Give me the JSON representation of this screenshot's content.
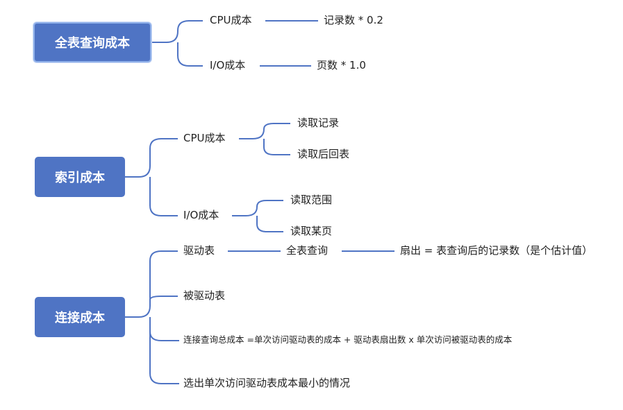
{
  "sections": {
    "fullscan": {
      "title": "全表查询成本",
      "cpu": {
        "label": "CPU成本",
        "detail": "记录数 * 0.2"
      },
      "io": {
        "label": "I/O成本",
        "detail": "页数 * 1.0"
      }
    },
    "index": {
      "title": "索引成本",
      "cpu": {
        "label": "CPU成本",
        "children": [
          "读取记录",
          "读取后回表"
        ]
      },
      "io": {
        "label": "I/O成本",
        "children": [
          "读取范围",
          "读取某页"
        ]
      }
    },
    "join": {
      "title": "连接成本",
      "driving": {
        "label": "驱动表",
        "via": "全表查询",
        "fanout": "扇出 = 表查询后的记录数（是个估计值）"
      },
      "driven": "被驱动表",
      "total": "连接查询总成本 =单次访问驱动表的成本 + 驱动表扇出数 x 单次访问被驱动表的成本",
      "choose": "选出单次访问驱动表成本最小的情况"
    }
  },
  "colors": {
    "node": "#4f74c4",
    "line": "#4f74c4",
    "text": "#222222"
  }
}
